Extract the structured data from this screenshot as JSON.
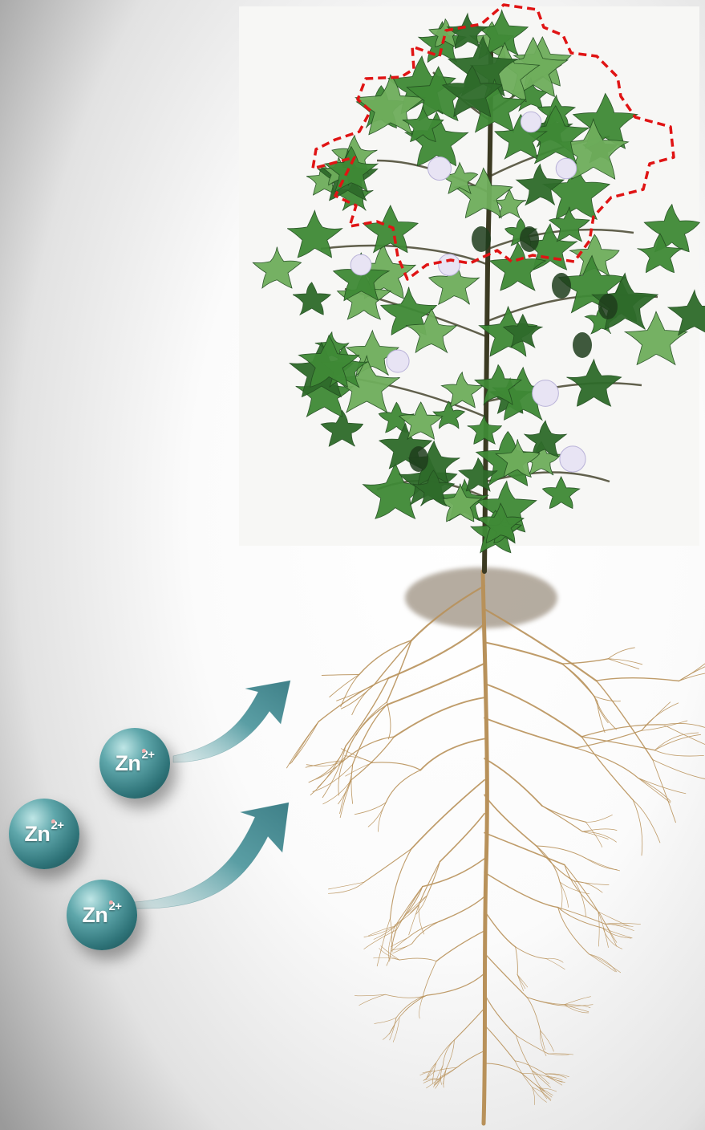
{
  "ions": [
    {
      "symbol": "Zn",
      "charge": "2+"
    },
    {
      "symbol": "Zn",
      "charge": "2+"
    },
    {
      "symbol": "Zn",
      "charge": "2+"
    }
  ],
  "colors": {
    "leaf_dark": "#2e6b2a",
    "leaf_mid": "#3f8a36",
    "leaf_light": "#6fae5c",
    "stem": "#3b3a22",
    "root": "#b8915a",
    "soil": "#7a6a55",
    "flower": "#e8e4f4",
    "boll": "#1f3d1c",
    "outline_dashed": "#e01414",
    "arrow": "#4b8e95",
    "ion_fill": "#2f7479"
  },
  "icons": [
    "cotton-plant-illustration",
    "dashed-canopy-outline",
    "uptake-arrow"
  ]
}
